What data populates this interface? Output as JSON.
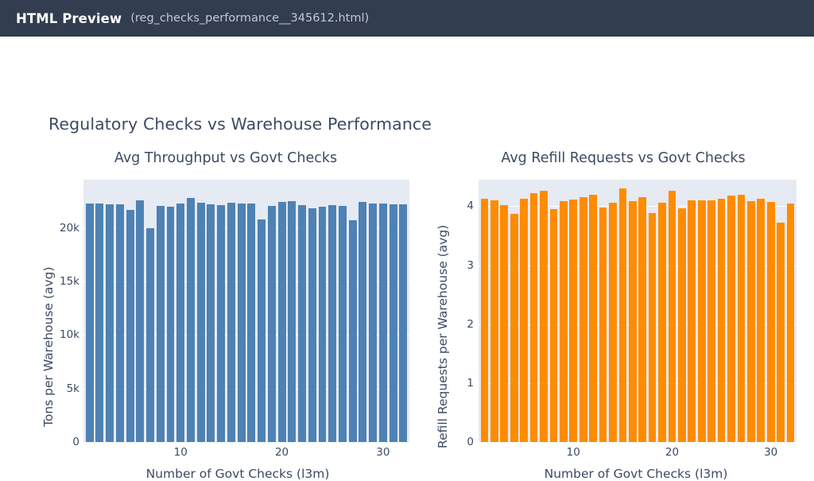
{
  "titlebar": {
    "app_title": "HTML Preview",
    "file_name": "(reg_checks_performance__345612.html)"
  },
  "suptitle": "Regulatory Checks vs Warehouse Performance",
  "colors": {
    "header_bg": "#323d4f",
    "text_navy": "#3c4a63",
    "plot_bg": "#e6eaf2",
    "bar_blue": "#4e82b4",
    "bar_orange": "#ff8c00"
  },
  "chart_data": [
    {
      "type": "bar",
      "title": "Avg Throughput vs Govt Checks",
      "xlabel": "Number of Govt Checks (l3m)",
      "ylabel": "Tons per Warehouse (avg)",
      "ylim": [
        0,
        24500
      ],
      "yticks": [
        0,
        5000,
        10000,
        15000,
        20000
      ],
      "ytick_labels": [
        "0",
        "5k",
        "10k",
        "15k",
        "20k"
      ],
      "xlim": [
        0.4,
        32.6
      ],
      "xticks": [
        10,
        20,
        30
      ],
      "xtick_labels": [
        "10",
        "20",
        "30"
      ],
      "grid": true,
      "color": "#4e82b4",
      "categories": [
        1,
        2,
        3,
        4,
        5,
        6,
        7,
        8,
        9,
        10,
        11,
        12,
        13,
        14,
        15,
        16,
        17,
        18,
        19,
        20,
        21,
        22,
        23,
        24,
        25,
        26,
        27,
        28,
        29,
        30,
        31,
        32
      ],
      "values": [
        22300,
        22250,
        22200,
        22200,
        21650,
        22550,
        19950,
        22050,
        22000,
        22250,
        22800,
        22350,
        22200,
        22100,
        22350,
        22300,
        22300,
        20800,
        22050,
        22400,
        22500,
        22150,
        21850,
        21950,
        22100,
        22050,
        20700,
        22450
      ]
    },
    {
      "type": "bar",
      "title": "Avg Refill Requests vs Govt Checks",
      "xlabel": "Number of Govt Checks (l3m)",
      "ylabel": "Refill Requests per Warehouse (avg)",
      "ylim": [
        0,
        4.45
      ],
      "yticks": [
        0,
        1,
        2,
        3,
        4
      ],
      "ytick_labels": [
        "0",
        "1",
        "2",
        "3",
        "4"
      ],
      "xlim": [
        0.4,
        32.6
      ],
      "xticks": [
        10,
        20,
        30
      ],
      "xtick_labels": [
        "10",
        "20",
        "30"
      ],
      "grid": true,
      "color": "#ff8c00",
      "categories": [
        1,
        2,
        3,
        4,
        5,
        6,
        7,
        8,
        9,
        10,
        11,
        12,
        13,
        14,
        15,
        16,
        17,
        18,
        19,
        20,
        21,
        22,
        23,
        24,
        25,
        26,
        27,
        28,
        29,
        30,
        31,
        32
      ],
      "values": [
        4.12,
        4.1,
        4.02,
        3.87,
        4.13,
        4.22,
        4.26,
        3.95,
        4.09,
        4.11,
        4.16,
        4.19,
        3.98,
        4.06,
        4.3,
        4.08,
        4.15,
        3.88,
        4.06,
        4.26,
        3.97,
        4.1,
        4.1,
        4.1,
        4.12,
        4.18,
        4.2,
        4.09,
        4.13,
        4.07,
        3.72,
        4.04
      ]
    }
  ]
}
